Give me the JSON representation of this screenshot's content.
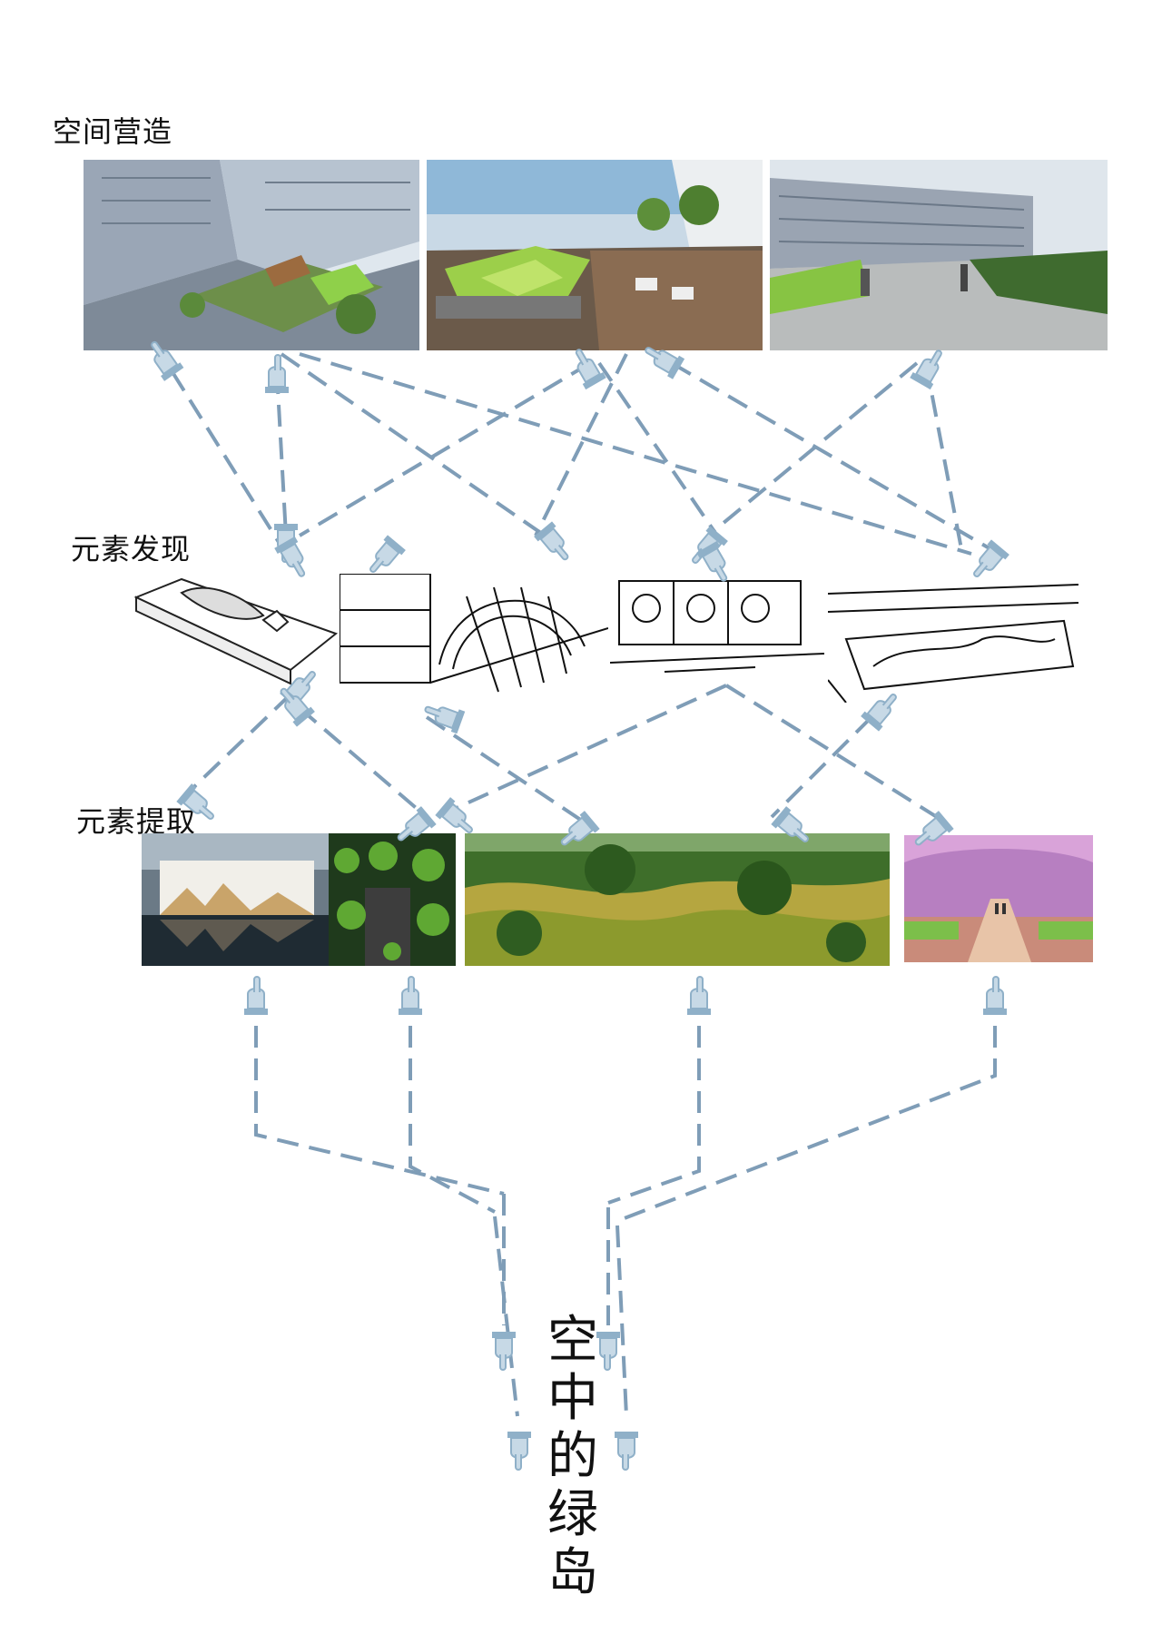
{
  "labels": {
    "space_creation": "空间营造",
    "element_discovery": "元素发现",
    "element_extraction": "元素提取"
  },
  "title_chars": [
    "空",
    "中",
    "的",
    "绿",
    "岛"
  ],
  "colors": {
    "connector": "#7f9db7",
    "hand_icon": "#8fb0c8",
    "text": "#111111"
  },
  "icons": [
    "pointing-hand-icon"
  ]
}
